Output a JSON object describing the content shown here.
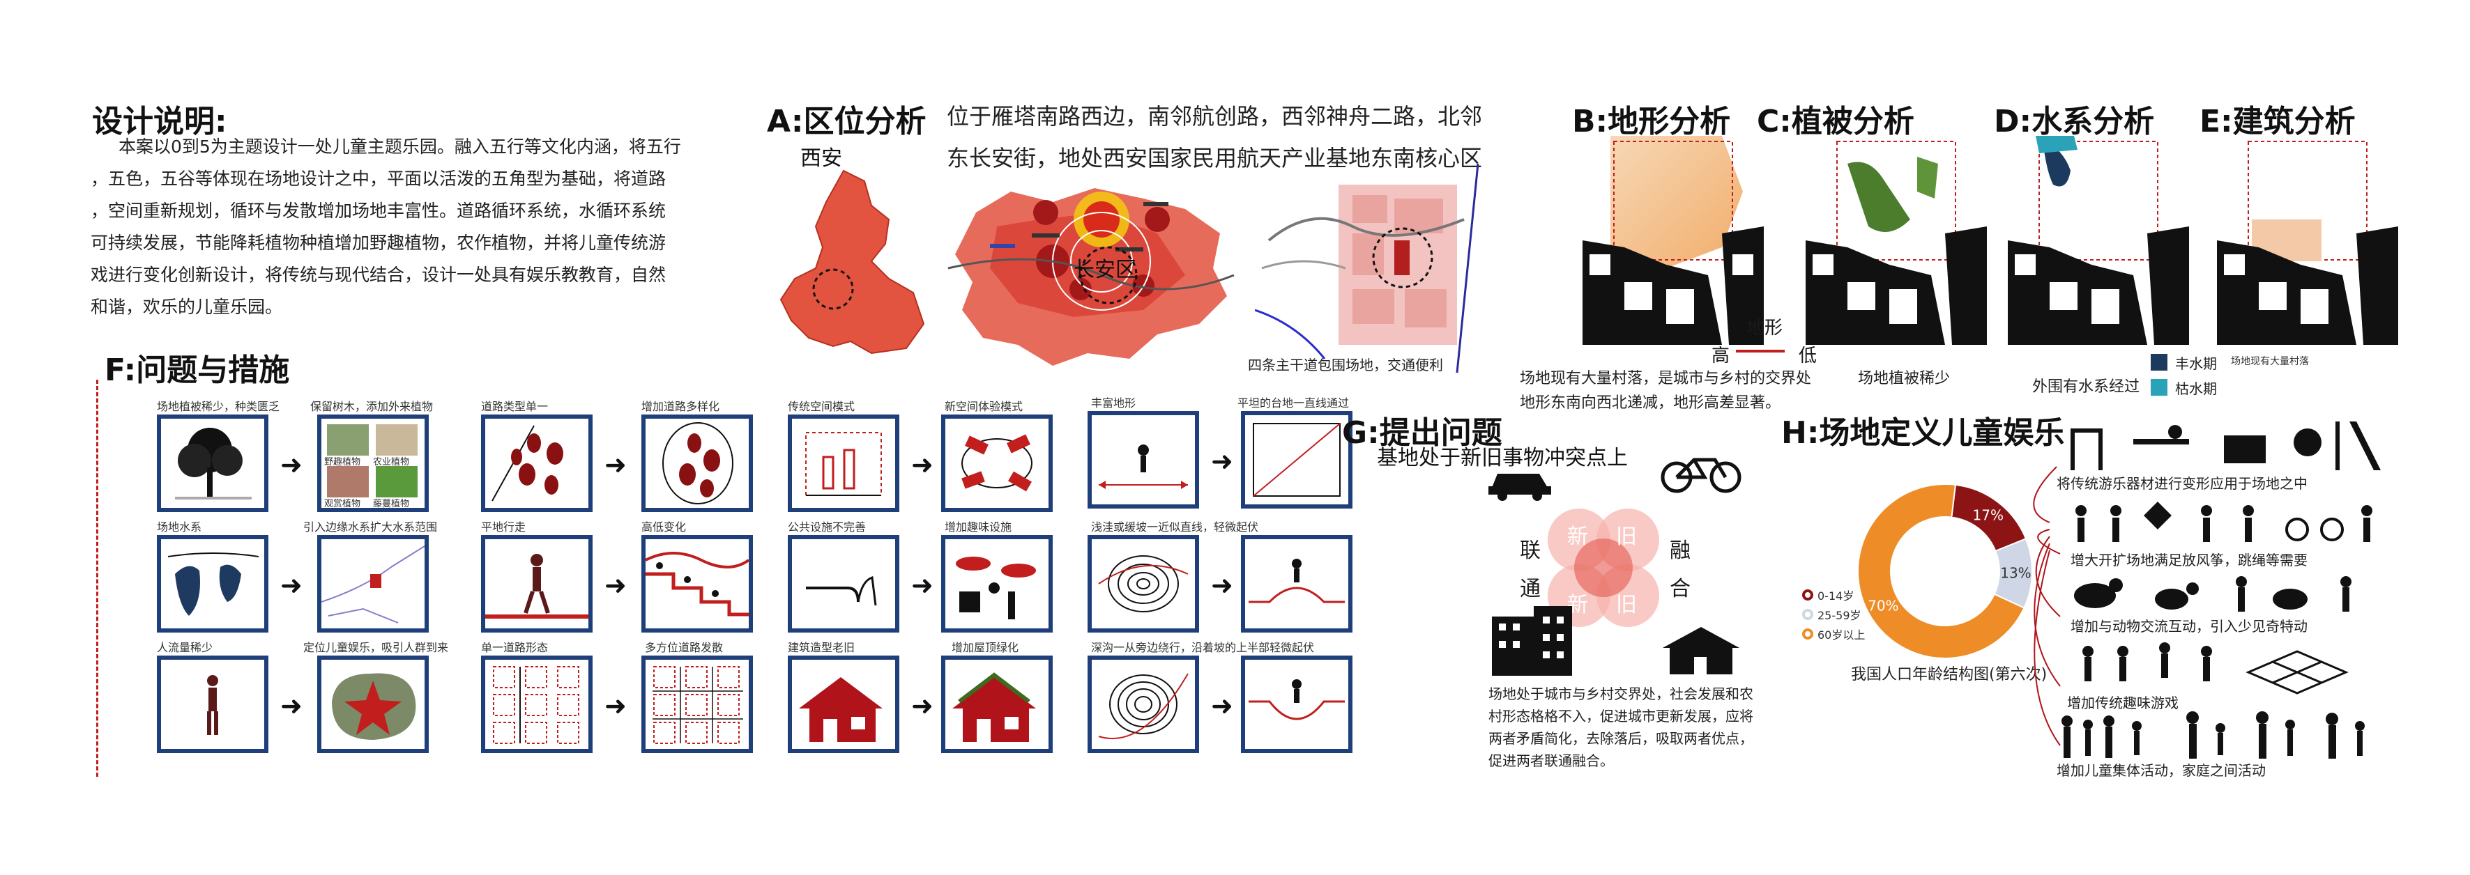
{
  "design": {
    "title": "设计说明:",
    "lines": [
      "本案以0到5为主题设计一处儿童主题乐园。融入五行等文化内涵，将五行",
      "，五色，五谷等体现在场地设计之中，平面以活泼的五角型为基础，将道路",
      "，空间重新规划，循环与发散增加场地丰富性。道路循环系统，水循环系统",
      "可持续发展，节能降耗植物种植增加野趣植物，农作植物，并将儿童传统游",
      "戏进行变化创新设计，将传统与现代结合，设计一处具有娱乐教教育，自然",
      "和谐，欢乐的儿童乐园。"
    ]
  },
  "location": {
    "title": "A:区位分析",
    "desc_line1": "位于雁塔南路西边，南邻航创路，西邻神舟二路，北邻",
    "desc_line2": "东长安街，地处西安国家民用航天产业基地东南核心区",
    "xian_label": "西安",
    "changan_label": "长安区",
    "road_caption": "四条主干道包围场地，交通便利"
  },
  "terrain": {
    "b_title": "B:地形分析",
    "c_title": "C:植被分析",
    "d_title": "D:水系分析",
    "e_title": "E:建筑分析",
    "legend_terrain": "地形",
    "legend_high": "高",
    "legend_low": "低",
    "b_caption_1": "场地现有大量村落，是城市与乡村的交界处",
    "b_caption_2": "地形东南向西北递减，地形高差显著。",
    "c_caption": "场地植被稀少",
    "d_caption": "外围有水系经过",
    "water_high": "丰水期",
    "water_low": "枯水期",
    "e_caption": "场地现有大量村落",
    "water_high_color": "#1b3a5e",
    "water_low_color": "#2aa3b8"
  },
  "problems": {
    "title": "F:问题与措施",
    "c1r1_a": "场地植被稀少，种类匮乏",
    "c1r1_b": "保留树木，添加外来植物",
    "plant_1": "野趣植物",
    "plant_2": "农业植物",
    "plant_3": "观赏植物",
    "plant_4": "藤蔓植物",
    "c1r2_a": "场地水系",
    "c1r2_b": "引入边缘水系扩大水系范围",
    "c1r3_a": "人流量稀少",
    "c1r3_b": "定位儿童娱乐，吸引人群到来",
    "c2r1_a": "道路类型单一",
    "c2r1_b": "增加道路多样化",
    "c2r2_a": "平地行走",
    "c2r2_b": "高低变化",
    "c2r3_a": "单一道路形态",
    "c2r3_b": "多方位道路发散",
    "c3r1_a": "传统空间模式",
    "c3r1_b": "新空间体验模式",
    "c3r2_a": "公共设施不完善",
    "c3r2_b": "增加趣味设施",
    "c3r3_a": "建筑造型老旧",
    "c3r3_b": "增加屋顶绿化",
    "c4r1_a": "丰富地形",
    "c4r1_b": "平坦的台地一直线通过",
    "c4r2_a": "浅洼或缓坡一近似直线，轻微起伏",
    "c4r3_a": "深沟一从旁边绕行，沿着坡的上半部轻微起伏",
    "arrow": "➜"
  },
  "issue": {
    "title": "G:提出问题",
    "subtitle": "基地处于新旧事物冲突点上",
    "new": "新",
    "old": "旧",
    "lian": "联",
    "tong": "通",
    "rong": "融",
    "he": "合",
    "desc": [
      "场地处于城市与乡村交界处，社会发展和农",
      "村形态格格不入，促进城市更新发展，应将",
      "两者矛盾简化，去除落后，吸取两者优点，",
      "促进两者联通融合。"
    ]
  },
  "children": {
    "title": "H:场地定义儿童娱乐",
    "notes": [
      "将传统游乐器材进行变形应用于场地之中",
      "增大开扩场地满足放风筝，跳绳等需要",
      "增加与动物交流互动，引入少见奇特动",
      "增加传统趣味游戏",
      "增加儿童集体活动，家庭之间活动"
    ],
    "pie_caption": "我国人口年龄结构图(第六次)"
  },
  "chart_data": {
    "type": "pie",
    "title": "我国人口年龄结构图(第六次)",
    "categories": [
      "0-14岁",
      "25-59岁",
      "60岁以上"
    ],
    "values": [
      17,
      13,
      70
    ],
    "labels": [
      "17%",
      "13%",
      "70%"
    ],
    "colors": [
      "#8c1414",
      "#cfd6e6",
      "#ee8c28"
    ]
  }
}
